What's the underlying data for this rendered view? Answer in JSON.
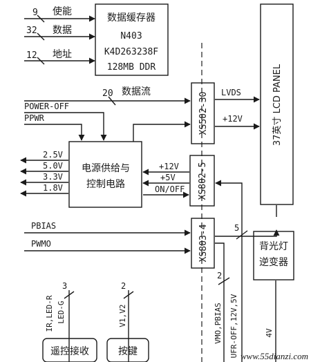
{
  "memory": {
    "line1": "数据缓存器",
    "line2": "N403",
    "line3": "K4D263238F",
    "line4": "128MB DDR",
    "inputs": [
      {
        "count": "9",
        "label": "使能"
      },
      {
        "count": "32",
        "label": "数据"
      },
      {
        "count": "12",
        "label": "地址"
      }
    ]
  },
  "data_flow": {
    "count": "20",
    "label": "数据流"
  },
  "connectors": {
    "xs502": "XS502-30",
    "xs802": "XS802-5",
    "xs803": "XS803-4"
  },
  "lcd_panel": {
    "label": "37英寸 LCD PANEL"
  },
  "signals": {
    "lvds": "LVDS",
    "plus12v_top": "+12V",
    "power_off": "POWER-OFF",
    "ppwr": "PPWR",
    "plus12v": "+12V",
    "plus5v": "+5V",
    "on_off": "ON/OFF",
    "pbias": "PBIAS",
    "pwmo": "PWMO",
    "count5": "5",
    "count2_right": "2",
    "count3": "3",
    "count2_left": "2",
    "vmo_pbias": "VMO,PBIAS",
    "ufr_off": "UFR-OFF,12V,5V",
    "ir_led": "IR,LED-R",
    "led_g": "LED-G",
    "v1v2": "V1,V2",
    "v4": "4V"
  },
  "power_supply": {
    "line1": "电源供给与",
    "line2": "控制电路",
    "outputs": [
      "2.5V",
      "5.0V",
      "3.3V",
      "1.8V"
    ]
  },
  "backlight": {
    "line1": "背光灯",
    "line2": "逆变器"
  },
  "remote_receiver": {
    "label": "遥控接收"
  },
  "keypad": {
    "label": "按键"
  },
  "watermark": "www.55dianzi.com"
}
